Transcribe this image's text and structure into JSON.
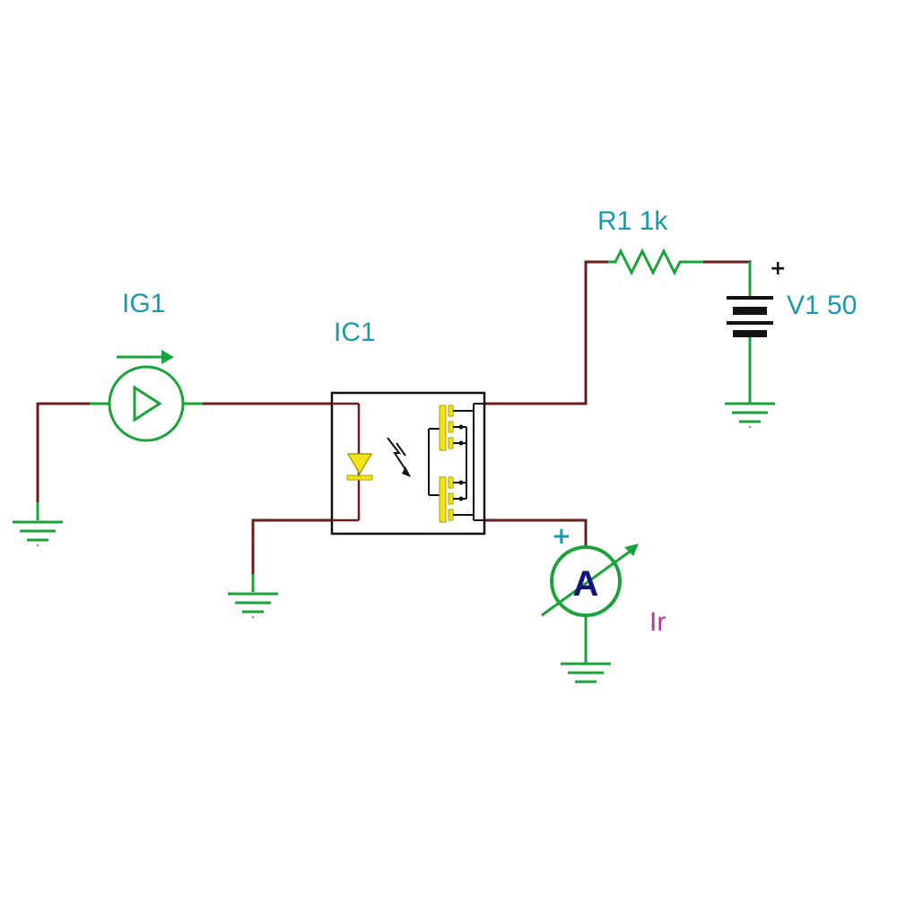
{
  "components": {
    "current_source": {
      "name": "IG1"
    },
    "optocoupler": {
      "name": "IC1"
    },
    "resistor": {
      "name": "R1",
      "value": "1k"
    },
    "battery": {
      "name": "V1",
      "value": "50",
      "polarity": "+"
    },
    "ammeter": {
      "symbol": "A",
      "name": "Ir",
      "polarity": "+"
    }
  },
  "colors": {
    "wire": "#6b1e1e",
    "component": "#1aa33a",
    "label": "#1a9aa8",
    "meter_text": "#14147a",
    "ir_label": "#b03a8e",
    "led": "#f2e21a"
  }
}
